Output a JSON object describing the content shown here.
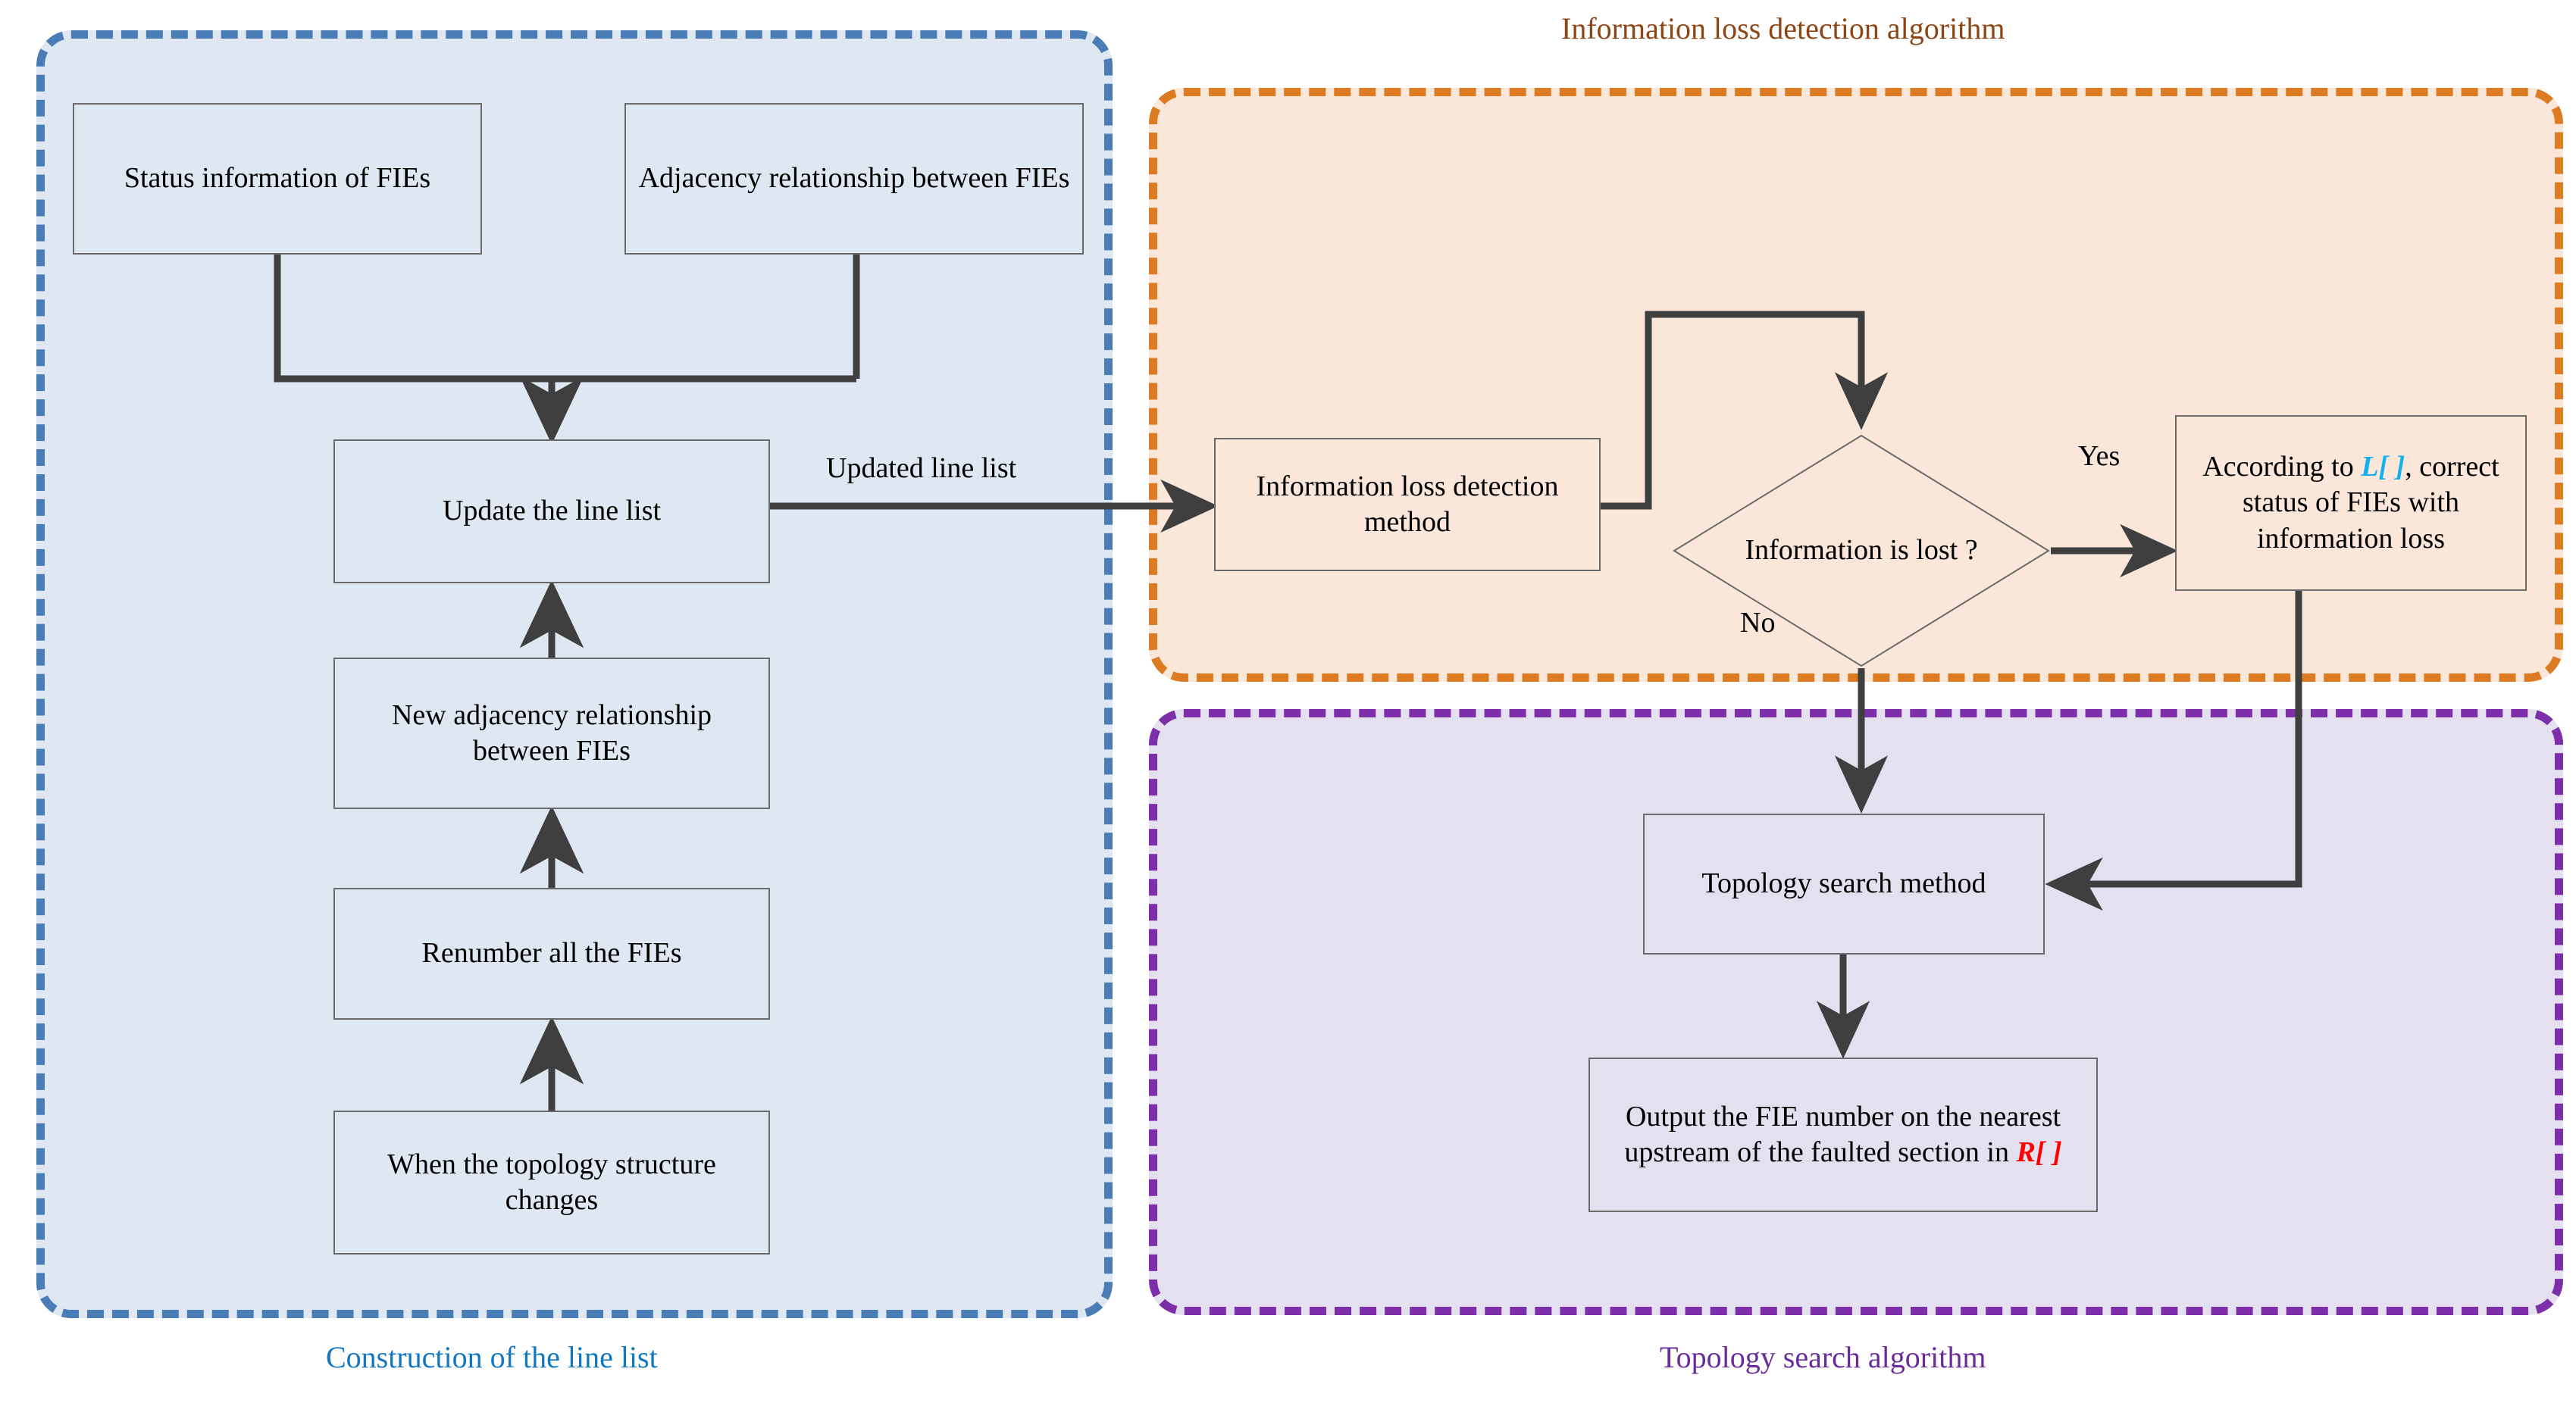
{
  "regions": {
    "construction": {
      "caption": "Construction of the line list",
      "color": "#1277c0",
      "border_color": "#4a7db5",
      "fill": "#dfe8f2"
    },
    "detection": {
      "caption": "Information loss detection algorithm",
      "color": "#8c4513",
      "border_color": "#dc7b22",
      "fill": "#fae7da"
    },
    "topology": {
      "caption": "Topology search algorithm",
      "color": "#6a2c9a",
      "border_color": "#7c2fa8",
      "fill": "#e4e0ef"
    }
  },
  "nodes": {
    "status_information": "Status information of FIEs",
    "adjacency_relationship": "Adjacency relationship between FIEs",
    "update_line_list": "Update the line list",
    "new_adjacency": "New adjacency relationship between FIEs",
    "renumber": "Renumber all the FIEs",
    "when_topology": "When the topology structure changes",
    "detection_method": "Information loss detection method",
    "decision": "Information is lost ?",
    "according_prefix": "According to ",
    "according_token": "L[ ]",
    "according_suffix": ", correct status of FIEs with information loss",
    "topology_search": "Topology search method",
    "output_prefix": "Output the FIE number on the nearest upstream of the faulted section in ",
    "output_token": "R[ ]"
  },
  "edge_labels": {
    "updated_line_list": "Updated line list",
    "yes": "Yes",
    "no": "No"
  },
  "colors": {
    "token_l": "#12b0ec",
    "token_r": "#ff0000",
    "connector": "#3f3f3f",
    "node_border": "#6a6a6a"
  }
}
